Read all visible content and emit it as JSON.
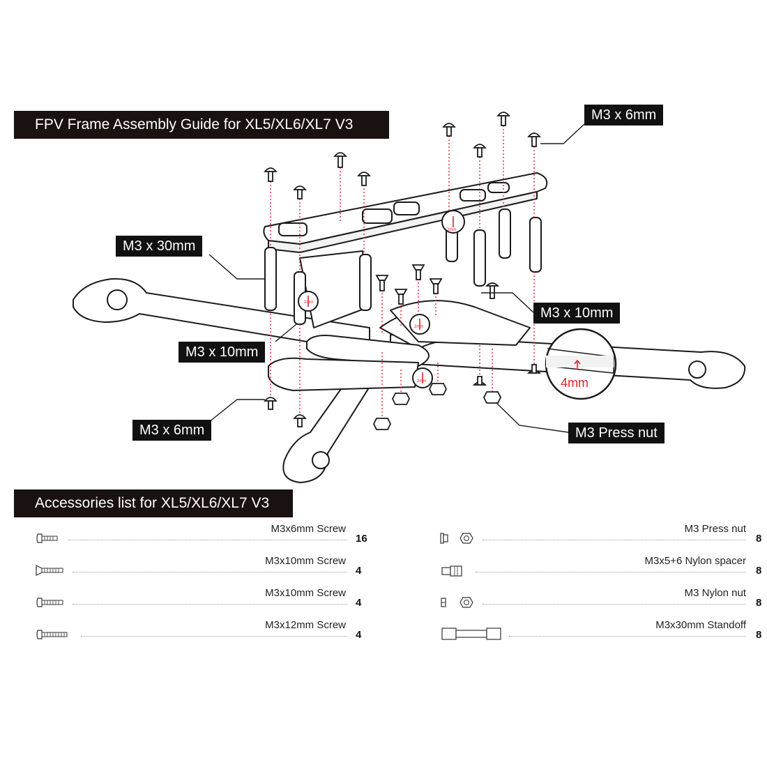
{
  "assembly_title": "FPV Frame Assembly Guide for XL5/XL6/XL7 V3",
  "accessories_title": "Accessories list for XL5/XL6/XL7 V3",
  "callouts": {
    "m3x6_top": "M3 x 6mm",
    "m3x30": "M3 x 30mm",
    "m3x10_right": "M3 x 10mm",
    "m3x10_left": "M3 x 10mm",
    "m3x6_bottom": "M3 x 6mm",
    "press_nut": "M3 Press nut"
  },
  "zoom_labels": {
    "thickness_large": "4mm",
    "thickness_small_1": "2mm",
    "thickness_small_2": "2mm",
    "thickness_small_3": "2mm",
    "thickness_small_4": "2mm"
  },
  "accessories_left": [
    {
      "name": "M3x6mm Screw",
      "qty": "16",
      "icon": "button-head-screw-icon"
    },
    {
      "name": "M3x10mm Screw",
      "qty": "4",
      "icon": "countersunk-screw-icon"
    },
    {
      "name": "M3x10mm Screw",
      "qty": "4",
      "icon": "button-head-screw-icon"
    },
    {
      "name": "M3x12mm Screw",
      "qty": "4",
      "icon": "button-head-screw-icon"
    }
  ],
  "accessories_right": [
    {
      "name": "M3 Press nut",
      "qty": "8",
      "icon": "press-nut-icon"
    },
    {
      "name": "M3x5+6 Nylon spacer",
      "qty": "8",
      "icon": "nylon-spacer-icon"
    },
    {
      "name": "M3 Nylon nut",
      "qty": "8",
      "icon": "nylon-nut-icon"
    },
    {
      "name": "M3x30mm Standoff",
      "qty": "8",
      "icon": "standoff-icon"
    }
  ],
  "colors": {
    "banner_bg": "#1a1111",
    "callout_bg": "#111111",
    "dim_red": "#e0242b",
    "line": "#1a1a1a"
  }
}
